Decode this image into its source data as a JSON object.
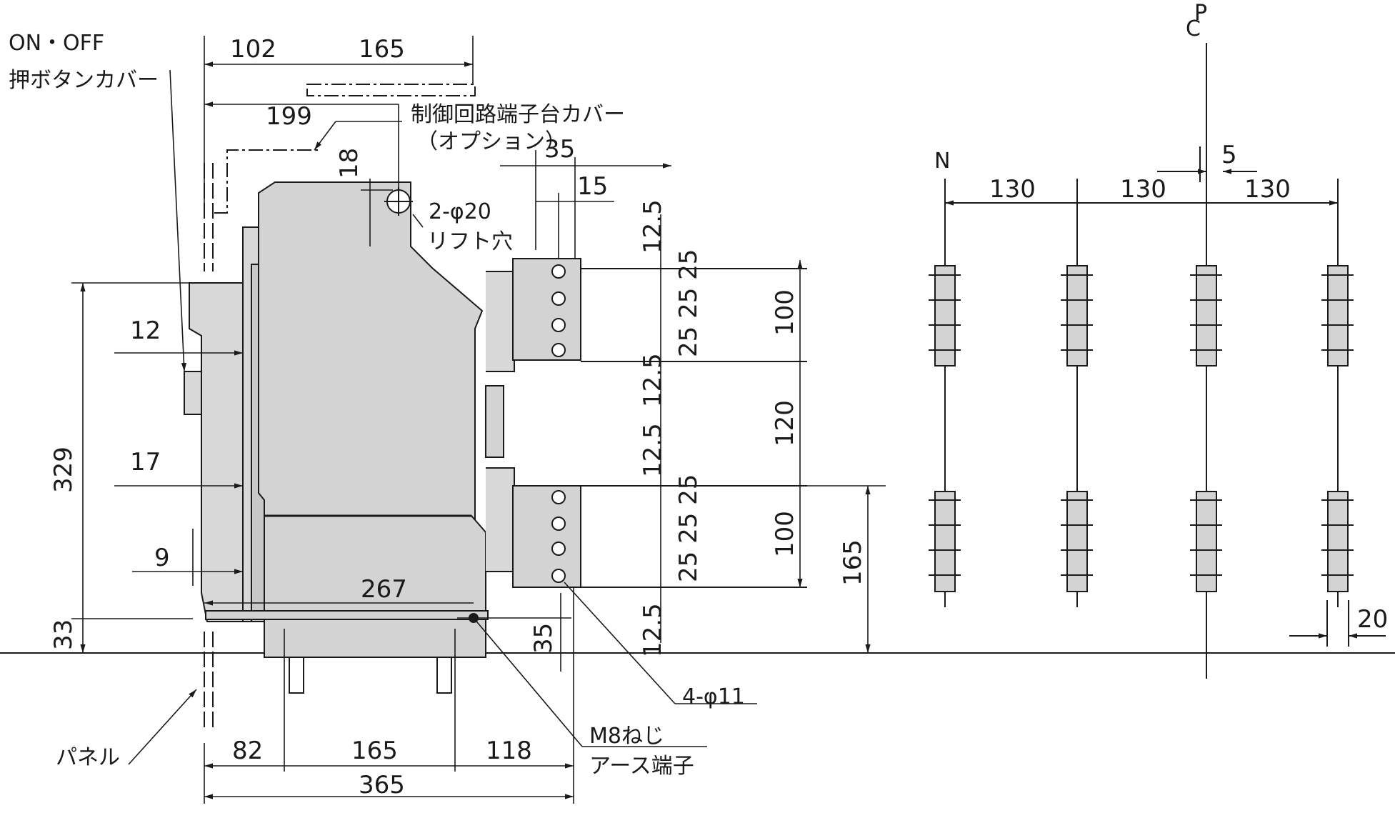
{
  "labels": {
    "on_off_1": "ON・OFF",
    "on_off_2": "押ボタンカバー",
    "ctrl_1": "制御回路端子台カバー",
    "ctrl_2": "（オプション）",
    "lift_1": "2-φ20",
    "lift_2": "リフト穴",
    "panel": "パネル",
    "holes": "4-φ11",
    "earth_1": "M8ねじ",
    "earth_2": "アース端子",
    "pole_n": "N",
    "pole_p": "P",
    "pole_c": "C"
  },
  "dims": {
    "d102": "102",
    "d165_top": "165",
    "d199": "199",
    "d18": "18",
    "d35_top": "35",
    "d15": "15",
    "d12_5_a": "12.5",
    "d12_5_b": "12.5",
    "d12_5_c": "12.5",
    "d12_5_d": "12.5",
    "pitch_upper": "25 25 25",
    "pitch_lower": "25 25 25",
    "d100_a": "100",
    "d120": "120",
    "d100_b": "100",
    "d165_right": "165",
    "d35_side": "35",
    "d329": "329",
    "d33": "33",
    "d12": "12",
    "d17": "17",
    "d9": "9",
    "d267": "267",
    "d82": "82",
    "d165_bottom": "165",
    "d118": "118",
    "d365": "365",
    "d130_a": "130",
    "d130_b": "130",
    "d130_c": "130",
    "d5": "5",
    "d20": "20"
  }
}
